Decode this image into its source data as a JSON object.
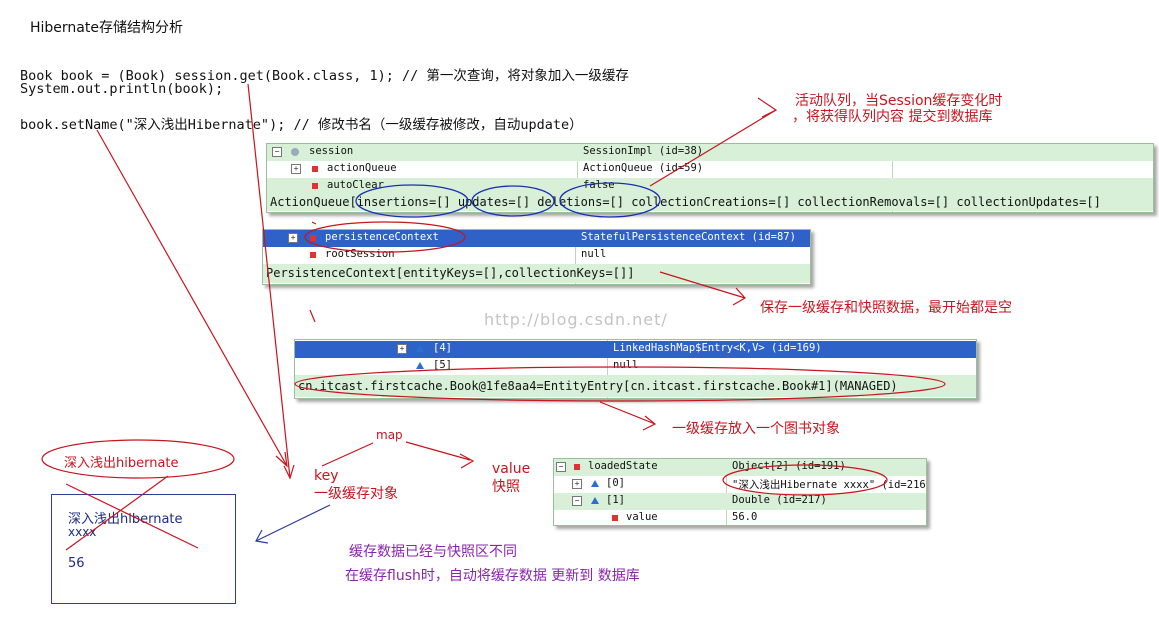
{
  "title": "Hibernate存储结构分析",
  "code": {
    "line1": "Book book = (Book) session.get(Book.class, 1); // 第一次查询，将对象加入一级缓存",
    "line2": "System.out.println(book);",
    "line3": "book.setName(\"深入浅出Hibernate\"); // 修改书名（一级缓存被修改，自动update）"
  },
  "panel1": {
    "rows": [
      {
        "name": "session",
        "value": "SessionImpl  (id=38)"
      },
      {
        "name": "actionQueue",
        "value": "ActionQueue  (id=59)"
      },
      {
        "name": "autoClear",
        "value": "false"
      }
    ],
    "detail": "ActionQueue[insertions=[] updates=[] deletions=[] collectionCreations=[] collectionRemovals=[] collectionUpdates=[]"
  },
  "panel2": {
    "rows": [
      {
        "name": "persistenceContext",
        "value": "StatefulPersistenceContext  (id=87)"
      },
      {
        "name": "rootSession",
        "value": "null"
      }
    ],
    "detail": "PersistenceContext[entityKeys=[],collectionKeys=[]]"
  },
  "panel3": {
    "rows": [
      {
        "name": "[4]",
        "value": "LinkedHashMap$Entry<K,V>  (id=169)"
      },
      {
        "name": "[5]",
        "value": "null"
      }
    ],
    "detail": "cn.itcast.firstcache.Book@1fe8aa4=EntityEntry[cn.itcast.firstcache.Book#1](MANAGED)"
  },
  "panel4": {
    "rows": [
      {
        "name": "loadedState",
        "value": "Object[2]  (id=191)"
      },
      {
        "name": "[0]",
        "value": "\"深入浅出Hibernate xxxx\" (id=216"
      },
      {
        "name": "[1]",
        "value": "Double  (id=217)"
      },
      {
        "name": "value",
        "value": "56.0"
      }
    ]
  },
  "annotations": {
    "actionqueue_note_1": "活动队列，当Session缓存变化时",
    "actionqueue_note_2": "，将获得队列内容 提交到数据库",
    "persistence_note": "保存一级缓存和快照数据，最开始都是空",
    "entity_note": "一级缓存放入一个图书对象",
    "map": "map",
    "key": "key",
    "key_desc": "一级缓存对象",
    "value": "value",
    "value_desc": "快照",
    "bubble": "深入浅出hibernate",
    "box_line1": "深入浅出hibernate",
    "box_line2": "xxxx",
    "box_line3": "56",
    "bottom_note_1": "缓存数据已经与快照区不同",
    "bottom_note_2": "在缓存flush时，自动将缓存数据 更新到 数据库",
    "watermark": "http://blog.csdn.net/"
  },
  "colors": {
    "annotation_red": "#c8141e",
    "ellipse_blue": "#1a2fb0",
    "purple_text": "#8b24b0",
    "panel_green": "#d8f0d8",
    "selection_blue": "#2f62c8"
  }
}
